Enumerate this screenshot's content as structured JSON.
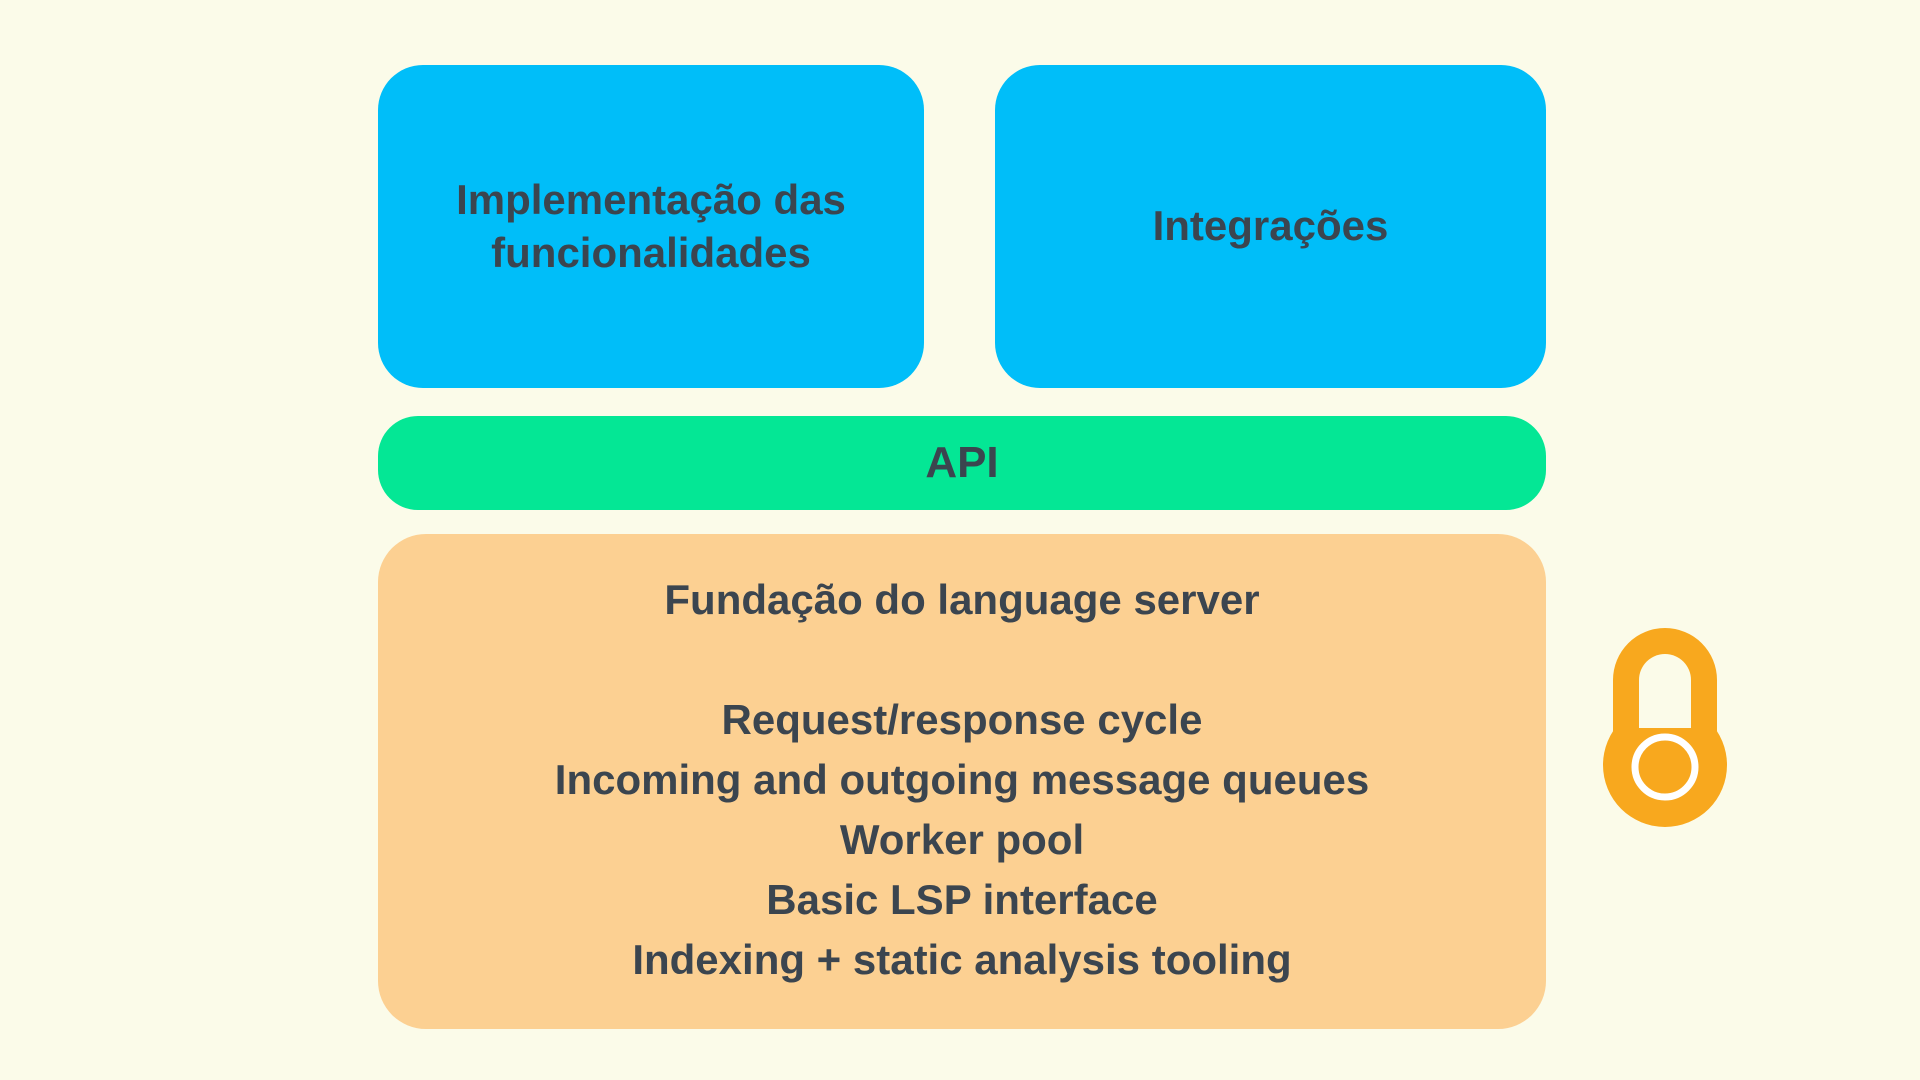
{
  "canvas": {
    "background_color": "#FBFBE9",
    "text_color": "#3B454F"
  },
  "diagram": {
    "top_boxes": [
      {
        "label": "Implementação das funcionalidades",
        "color": "#00BEF9"
      },
      {
        "label": "Integrações",
        "color": "#00BEF9"
      }
    ],
    "api_bar": {
      "label": "API",
      "color": "#04E795"
    },
    "foundation_box": {
      "color": "#FCD092",
      "title": "Fundação do language server",
      "items": [
        "Request/response cycle",
        "Incoming and outgoing message queues",
        "Worker pool",
        "Basic LSP interface",
        "Indexing + static analysis tooling"
      ]
    },
    "lock_icon": {
      "name": "lock-icon",
      "color": "#F8A81E",
      "ring_color": "#FFFFFF"
    }
  }
}
